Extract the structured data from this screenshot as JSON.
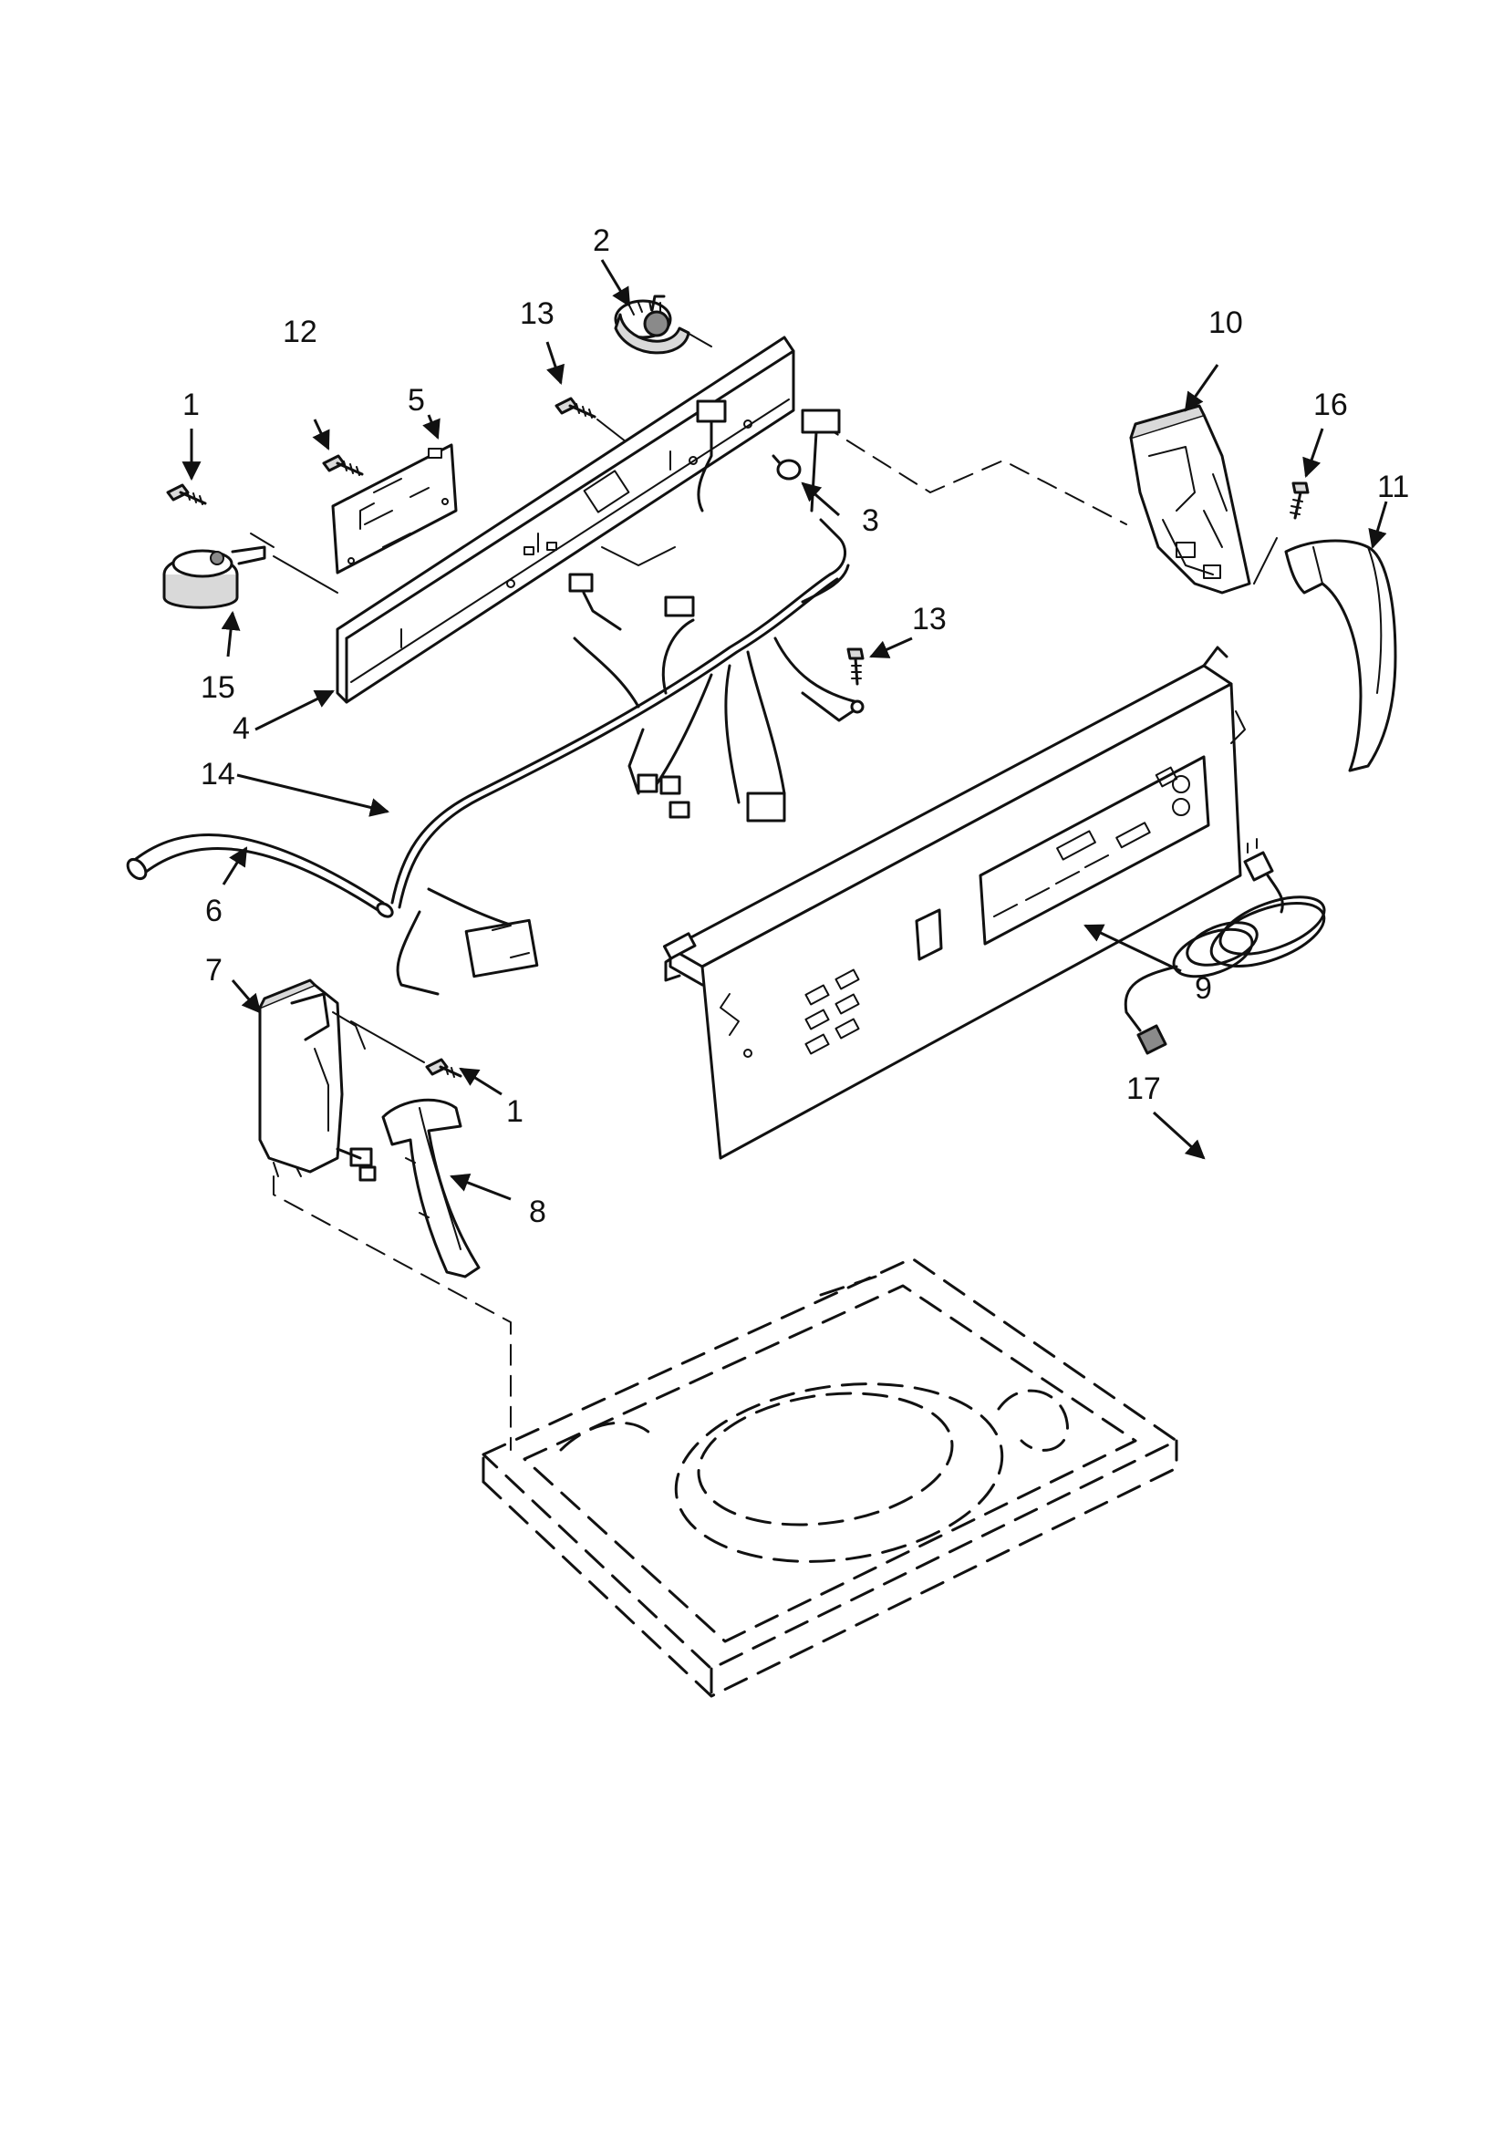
{
  "callouts": {
    "c1a": "1",
    "c2": "2",
    "c3": "3",
    "c4": "4",
    "c5": "5",
    "c6": "6",
    "c7": "7",
    "c8": "8",
    "c9": "9",
    "c10": "10",
    "c11": "11",
    "c12": "12",
    "c13a": "13",
    "c13b": "13",
    "c14": "14",
    "c15": "15",
    "c16": "16",
    "c17": "17",
    "c1b": "1"
  }
}
